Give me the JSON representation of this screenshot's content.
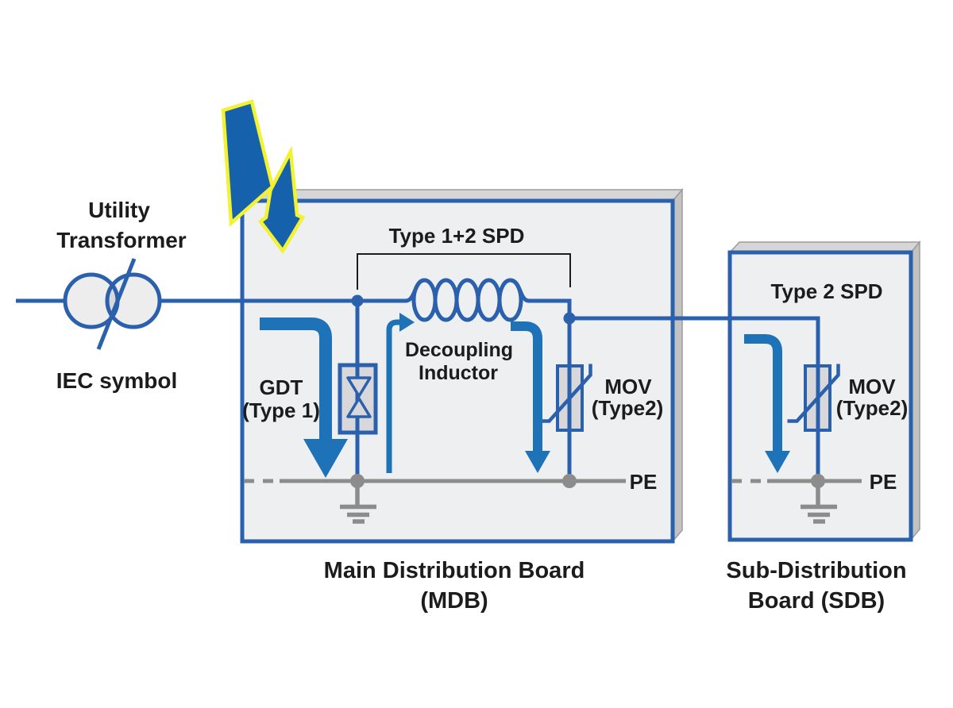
{
  "colors": {
    "wire_blue": "#2a60ac",
    "arrow_blue": "#1d72b8",
    "bolt_fill_blue": "#1561ac",
    "bolt_outline_yellow": "#f2f230",
    "panel_fill": "#edeff1",
    "panel_top_gray": "#d6d6d6",
    "panel_side_gray": "#c2c2c2",
    "component_fill": "#d8d8da",
    "pe_gray": "#8c8c8c",
    "text_black": "#1c1c1c"
  },
  "source": {
    "label_line1": "Utility",
    "label_line2": "Transformer",
    "symbol_caption": "IEC symbol"
  },
  "mdb": {
    "spd_group_label": "Type 1+2 SPD",
    "gdt_label_line1": "GDT",
    "gdt_label_line2": "(Type 1)",
    "inductor_label_line1": "Decoupling",
    "inductor_label_line2": "Inductor",
    "mov_label_line1": "MOV",
    "mov_label_line2": "(Type2)",
    "pe_label": "PE",
    "caption_line1": "Main Distribution Board",
    "caption_line2": "(MDB)"
  },
  "sdb": {
    "spd_label": "Type 2 SPD",
    "mov_label_line1": "MOV",
    "mov_label_line2": "(Type2)",
    "pe_label": "PE",
    "caption_line1": "Sub-Distribution",
    "caption_line2": "Board (SDB)"
  }
}
